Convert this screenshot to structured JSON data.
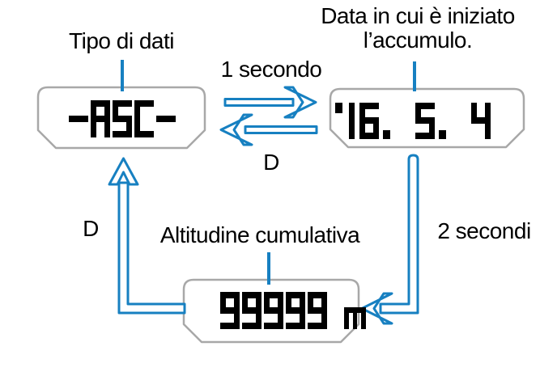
{
  "labels": {
    "tipo": "Tipo di dati",
    "data_line1": "Data in cui è iniziato",
    "data_line2": "l’accumulo.",
    "one_second": "1 secondo",
    "d_top": "D",
    "d_left": "D",
    "two_seconds": "2 secondi",
    "altitudine": "Altitudine cumulativa"
  },
  "displays": [
    {
      "name": "data-type-screen",
      "text": "-ASC-"
    },
    {
      "name": "accumulation-start-date-screen",
      "text": "'16. 5. 4"
    },
    {
      "name": "cumulative-altitude-screen",
      "text": "99999 m"
    }
  ],
  "colors": {
    "arrow_blue": "#1780c1",
    "display_border": "#a8a8a8",
    "lcd_black": "#000000"
  }
}
